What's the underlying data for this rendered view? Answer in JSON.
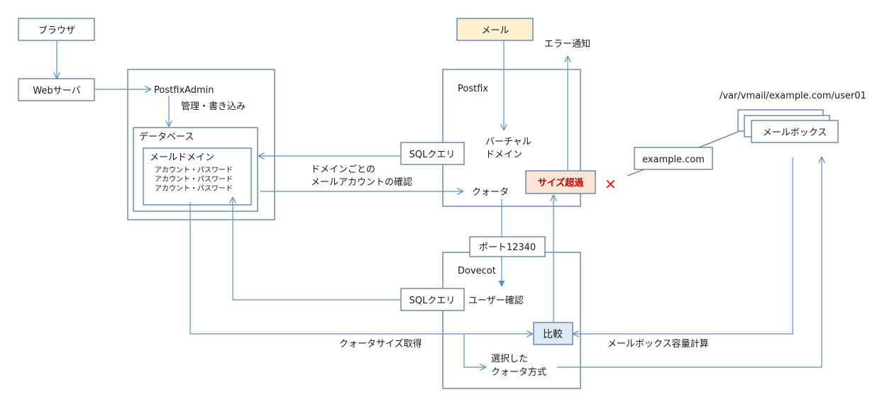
{
  "colors": {
    "box_border": "#4a6e8f",
    "arrow": "#5b8fc4",
    "mail_fill": "#fdf0cf",
    "size_over_fill": "#fbe3d6",
    "size_over_text": "#c00000",
    "cross": "#e02020",
    "compare_fill": "#ddeaf6"
  },
  "nodes": {
    "browser": "ブラウザ",
    "web_server": "Webサーバ",
    "postfixadmin": "PostfixAdmin",
    "manage_write": "管理・書き込み",
    "database": "データベース",
    "mail_domain": "メールドメイン",
    "accounts": [
      "アカウント・パスワード",
      "アカウント・パスワード",
      "アカウント・パスワード"
    ],
    "domain_check": [
      "ドメインごとの",
      "メールアカウントの確認"
    ],
    "mail": "メール",
    "error_notice": "エラー通知",
    "postfix": "Postfix",
    "virtual_domain": [
      "バーチャル",
      "ドメイン"
    ],
    "sql_query_postfix": "SQLクエリ",
    "quota_postfix": "クォータ",
    "size_over": "サイズ超過",
    "cross_mark": "✕",
    "example_com": "example.com",
    "mailbox_path": "/var/vmail/example.com/user01",
    "mailbox": "メールボックス",
    "port": "ポート12340",
    "dovecot": "Dovecot",
    "sql_query_dovecot": "SQLクエリ",
    "user_check": "ユーザー確認",
    "compare": "比較",
    "quota_size_get": "クォータサイズ取得",
    "mailbox_capacity": "メールボックス容量計算",
    "quota_method": [
      "選択した",
      "クォータ方式"
    ]
  }
}
